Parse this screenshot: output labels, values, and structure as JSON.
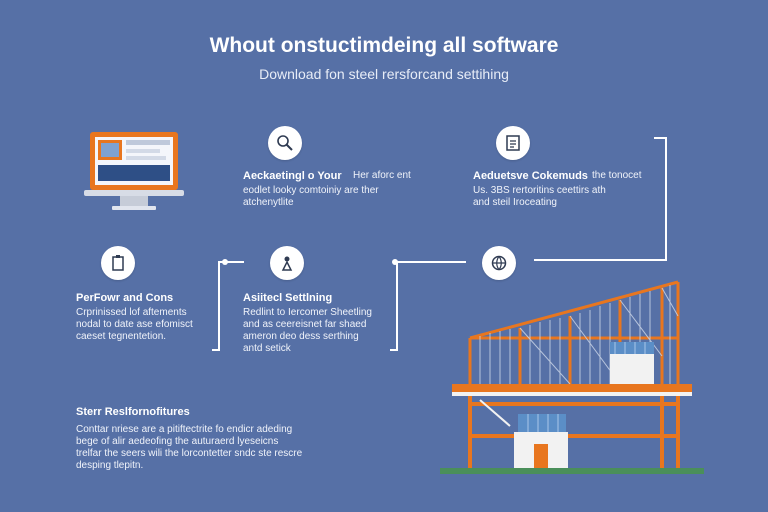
{
  "header": {
    "title": "Whout onstuctimdeing all software",
    "subtitle": "Download fon steel rersforcand settihing"
  },
  "items": [
    {
      "title": "Aeckaetingl o Your",
      "lines": [
        "Her aforc ent",
        "eodlet looky comtoiniy are ther",
        "atchenytlite"
      ],
      "icon": "wrench-gear-icon"
    },
    {
      "title": "Aeduetsve Cokemuds",
      "lines": [
        "the tonocet",
        "Us. 3BS rertoritins ceettirs ath",
        "and steil Iroceating"
      ],
      "icon": "document-check-icon"
    },
    {
      "title": "PerFowr and Cons",
      "lines": [
        "Crprinissed lof aftements",
        "nodal to date ase efomisct",
        "caeset tegnentetion."
      ],
      "icon": "clipboard-icon"
    },
    {
      "title": "Asiitecl Settlning",
      "lines": [
        "Redlint to Iercomer Sheetling",
        "and as ceereisnet far shaed",
        "ameron deo dess serthing",
        "antd setick"
      ],
      "icon": "person-flag-icon"
    },
    {
      "title": "Sterr Reslfornofitures",
      "lines": [
        "Conttar nriese are a pitiftectrite fo endicr adeding",
        "bege of alir aedeofing the auturaerd lyeseicns",
        "trelfar the seers wili the lorcontetter sndc ste rescre",
        "desping tlepitn."
      ],
      "icon": "world-icon"
    }
  ],
  "colors": {
    "background": "#5670a6",
    "accent_orange": "#e8761f",
    "building_grey": "#d9d9d9",
    "ground_green": "#4a8f5a",
    "panel_blue": "#5b8ec7"
  }
}
